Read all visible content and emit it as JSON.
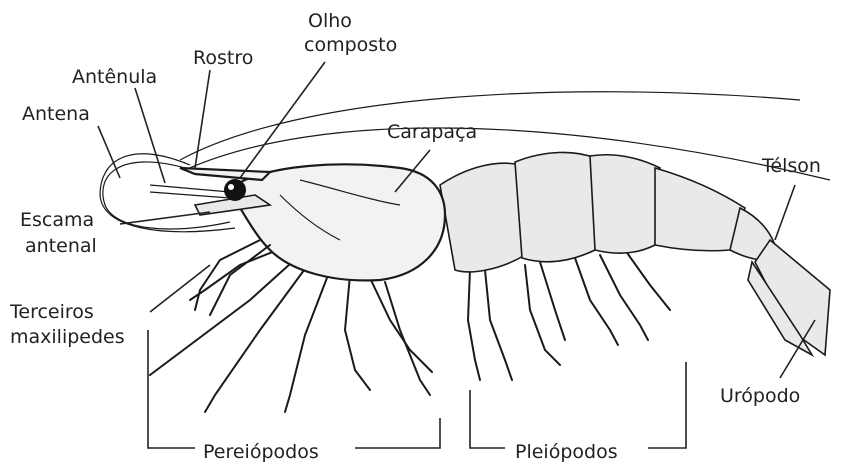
{
  "labels": {
    "olho_composto_line1": "Olho",
    "olho_composto_line2": "composto",
    "rostro": "Rostro",
    "antenula": "Antênula",
    "antena": "Antena",
    "carapaca": "Carapaça",
    "telson": "Télson",
    "escama_antenal_line1": "Escama",
    "escama_antenal_line2": "antenal",
    "terceiros_maxilipedes_line1": "Terceiros",
    "terceiros_maxilipedes_line2": "maxilipedes",
    "pereiopodos": "Pereiópodos",
    "pleiopodos": "Pleiópodos",
    "uropodo": "Urópodo"
  }
}
